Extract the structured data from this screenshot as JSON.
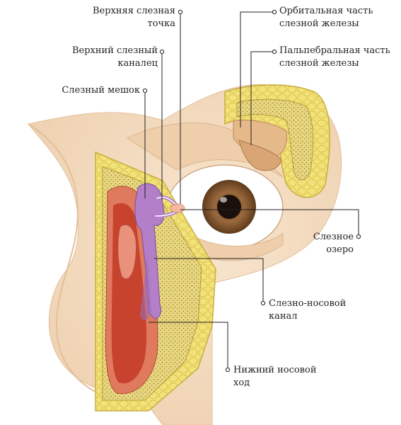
{
  "colors": {
    "skin": "#f5e0c8",
    "skin_shadow": "#e9c9a6",
    "fat": "#f2e27a",
    "fat_edge": "#dcc34a",
    "bone": "#e9d77f",
    "bone_dots": "#8a7a3a",
    "sac": "#b27fc8",
    "mucosa": "#e07a5f",
    "cavity": "#c8432e",
    "iris": "#8a5a34",
    "pupil": "#1a0f0a",
    "sclera": "#ffffff",
    "gland": "#e5b98a",
    "line": "#231f20"
  },
  "labels": {
    "upper_punctum": "Верхняя слезная\nточка",
    "upper_canaliculus": "Верхний слезный\nканалец",
    "lacrimal_sac": "Слезный мешок",
    "orbital_part": "Орбитальная часть\nслезной железы",
    "palpebral_part": "Пальпебральная часть\nслезной железы",
    "lacrimal_lake": "Слезное\nозеро",
    "nasolacrimal_duct": "Слезно-носовой\nканал",
    "inferior_meatus": "Нижний носовой\nход"
  }
}
